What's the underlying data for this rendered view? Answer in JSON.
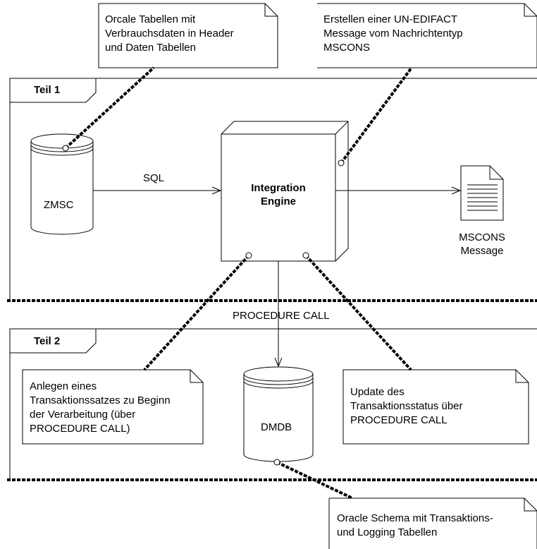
{
  "frames": {
    "teil1": "Teil 1",
    "teil2": "Teil 2"
  },
  "nodes": {
    "zmsc": "ZMSC",
    "dmdb": "DMDB",
    "engine_line1": "Integration",
    "engine_line2": "Engine",
    "message_line1": "MSCONS",
    "message_line2": "Message"
  },
  "edges": {
    "sql": "SQL",
    "procedure_call": "PROCEDURE CALL"
  },
  "notes": {
    "oracle_tables": [
      "Orcale Tabellen mit",
      "Verbrauchsdaten in Header",
      "und Daten Tabellen"
    ],
    "edifact": [
      "Erstellen einer UN-EDIFACT",
      "Message vom Nachrichtentyp",
      "MSCONS"
    ],
    "anlegen": [
      "Anlegen eines",
      "Transaktionssatzes zu Beginn",
      "der Verarbeitung (über",
      "PROCEDURE CALL)"
    ],
    "update": [
      "Update des",
      "Transaktionsstatus über",
      "PROCEDURE CALL"
    ],
    "oracle_schema": [
      "Oracle Schema mit Transaktions-",
      "und Logging Tabellen"
    ]
  }
}
